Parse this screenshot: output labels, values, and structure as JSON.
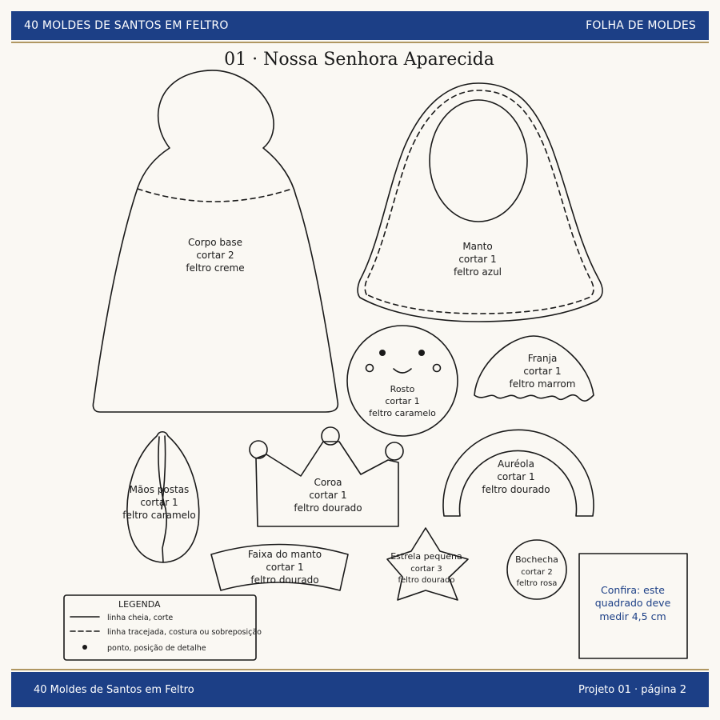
{
  "header": {
    "left": "40 MOLDES DE SANTOS EM FELTRO",
    "right": "FOLHA DE MOLDES"
  },
  "page_title": "01 · Nossa Senhora Aparecida",
  "pieces": {
    "corpo": {
      "l1": "Corpo base",
      "l2": "cortar 2",
      "l3": "feltro creme"
    },
    "manto": {
      "l1": "Manto",
      "l2": "cortar 1",
      "l3": "feltro azul"
    },
    "rosto": {
      "l1": "Rosto",
      "l2": "cortar 1",
      "l3": "feltro caramelo"
    },
    "franja": {
      "l1": "Franja",
      "l2": "cortar 1",
      "l3": "feltro marrom"
    },
    "maos": {
      "l1": "Mãos postas",
      "l2": "cortar 1",
      "l3": "feltro caramelo"
    },
    "coroa": {
      "l1": "Coroa",
      "l2": "cortar 1",
      "l3": "feltro dourado"
    },
    "aureola": {
      "l1": "Auréola",
      "l2": "cortar 1",
      "l3": "feltro dourado"
    },
    "faixa": {
      "l1": "Faixa do manto",
      "l2": "cortar 1",
      "l3": "feltro dourado"
    },
    "estrela": {
      "l1": "Estrela pequena",
      "l2": "cortar 3",
      "l3": "feltro dourado"
    },
    "bochecha": {
      "l1": "Bochecha",
      "l2": "cortar 2",
      "l3": "feltro rosa"
    }
  },
  "legend": {
    "title": "LEGENDA",
    "solid": "linha cheia, corte",
    "dashed": "linha tracejada, costura ou sobreposição",
    "dot": "ponto, posição de detalhe"
  },
  "scale_box": {
    "l1": "Confira: este",
    "l2": "quadrado deve",
    "l3": "medir 4,5 cm"
  },
  "footer": {
    "left": "40 Moldes de Santos em Feltro",
    "right": "Projeto 01 · página 2"
  },
  "colors": {
    "brand_blue": "#1c3f86",
    "gold_rule": "#b09762",
    "paper": "#faf8f3"
  }
}
